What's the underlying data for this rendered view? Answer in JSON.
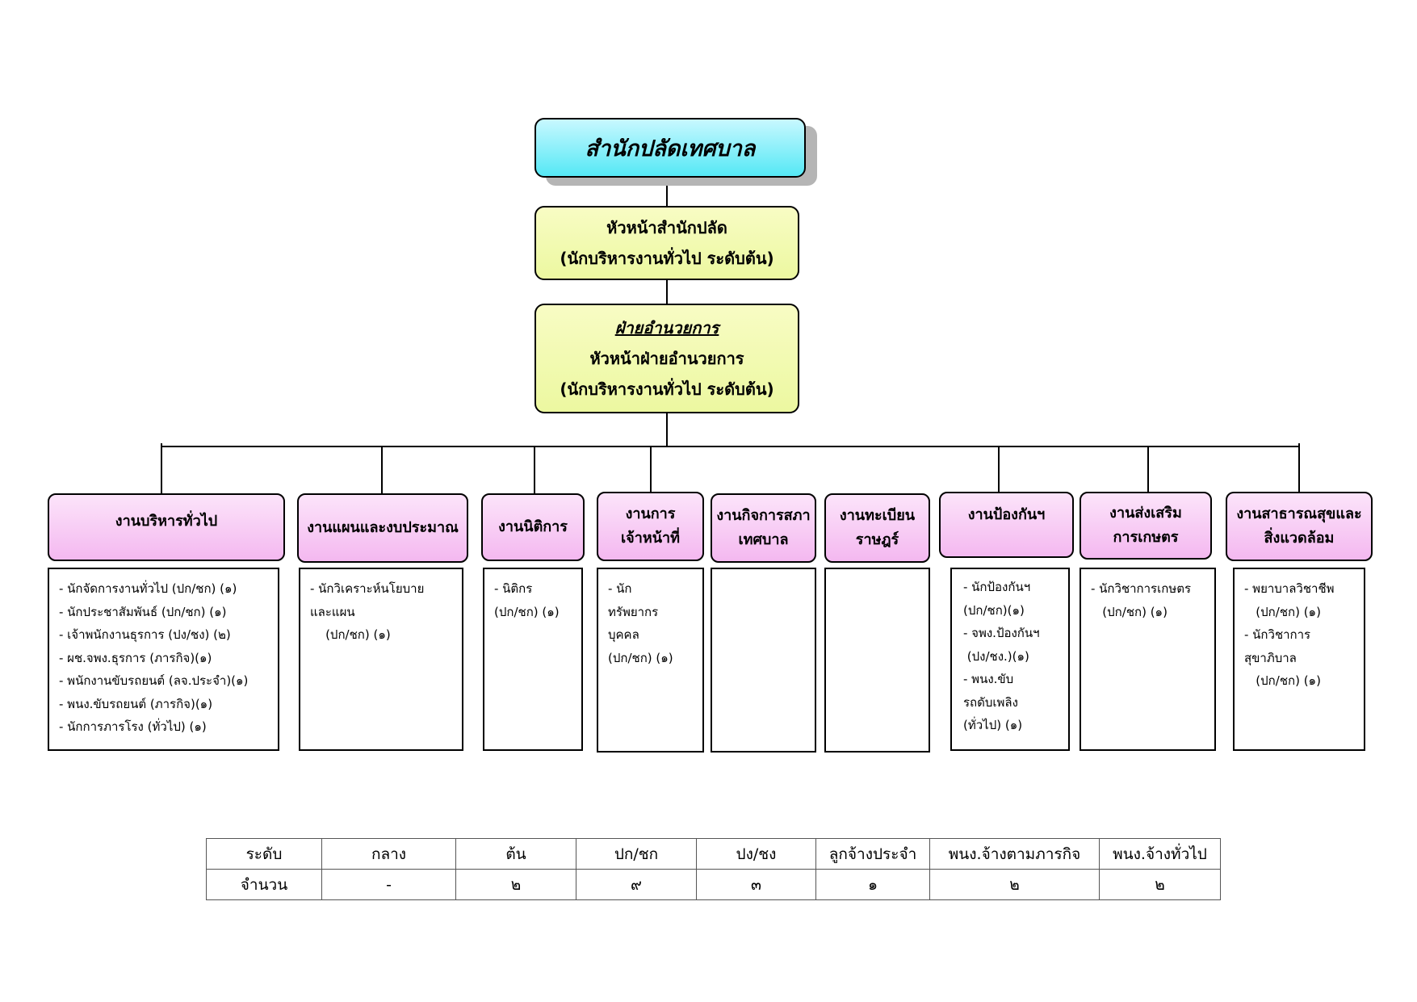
{
  "org_chart": {
    "title": "สำนักปลัดเทศบาล",
    "head": {
      "line1": "หัวหน้าสำนักปลัด",
      "line2": "(นักบริหารงานทั่วไป ระดับต้น)"
    },
    "admin": {
      "title": "ฝ่ายอำนวยการ",
      "line1": "หัวหน้าฝ่ายอำนวยการ",
      "line2": "(นักบริหารงานทั่วไป ระดับต้น)"
    },
    "sections": [
      {
        "name": [
          "งานบริหารทั่วไป"
        ],
        "staff": [
          "-  นักจัดการงานทั่วไป (ปก/ชก) (๑)",
          "-  นักประชาสัมพันธ์  (ปก/ชก) (๑)",
          "-  เจ้าพนักงานธุรการ  (ปง/ชง) (๒)",
          "-  ผช.จพง.ธุรการ (ภารกิจ)(๑)",
          "-  พนักงานขับรถยนต์  (ลจ.ประจำ)(๑)",
          "-  พนง.ขับรถยนต์  (ภารกิจ)(๑)",
          "-  นักการภารโรง  (ทั่วไป) (๑)"
        ]
      },
      {
        "name": [
          "งานแผนและงบประมาณ"
        ],
        "staff": [
          "- นักวิเคราะห์นโยบาย",
          "และแผน",
          "    (ปก/ชก) (๑)"
        ]
      },
      {
        "name": [
          "งานนิติการ"
        ],
        "staff": [
          "-  นิติกร",
          "(ปก/ชก) (๑)"
        ]
      },
      {
        "name": [
          "งานการ",
          "เจ้าหน้าที่"
        ],
        "staff": [
          "-  นัก",
          "ทรัพยากร",
          "บุคคล",
          "(ปก/ชก) (๑)"
        ]
      },
      {
        "name": [
          "งานกิจการสภา",
          "เทศบาล"
        ],
        "staff": []
      },
      {
        "name": [
          "งานทะเบียน",
          "ราษฎร์"
        ],
        "staff": []
      },
      {
        "name": [
          "งานป้องกันฯ"
        ],
        "staff": [
          "- นักป้องกันฯ",
          "(ปก/ชก)(๑)",
          "- จพง.ป้องกันฯ",
          " (ปง/ชง.)(๑)",
          "- พนง.ขับ",
          "รถดับเพลิง",
          "(ทั่วไป) (๑)"
        ]
      },
      {
        "name": [
          "งานส่งเสริม",
          "การเกษตร"
        ],
        "staff": [
          "-  นักวิชาการเกษตร",
          "   (ปก/ชก) (๑)"
        ]
      },
      {
        "name": [
          "งานสาธารณสุขและ",
          "สิ่งแวดล้อม"
        ],
        "staff": [
          "-  พยาบาลวิชาชีพ",
          "   (ปก/ชก) (๑)",
          "-  นักวิชาการ",
          "สุขาภิบาล",
          "   (ปก/ชก) (๑)"
        ]
      }
    ]
  },
  "summary_table": {
    "headers": [
      "ระดับ",
      "กลาง",
      "ต้น",
      "ปก/ชก",
      "ปง/ชง",
      "ลูกจ้างประจำ",
      "พนง.จ้างตามภารกิจ",
      "พนง.จ้างทั่วไป"
    ],
    "row": [
      "จำนวน",
      "-",
      "๒",
      "๙",
      "๓",
      "๑",
      "๒",
      "๒"
    ]
  }
}
